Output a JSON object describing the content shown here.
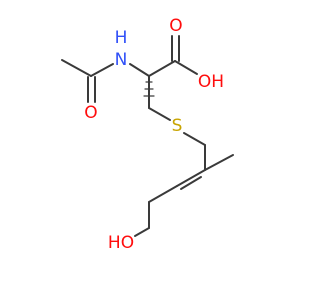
{
  "molecule": {
    "atoms": [
      {
        "id": "O_acetyl",
        "label": "O",
        "color": "#ff0d0d"
      },
      {
        "id": "N_amide",
        "label": "N",
        "color": "#3050f8"
      },
      {
        "id": "H_amide",
        "label": "H",
        "color": "#3050f8"
      },
      {
        "id": "O_carbonyl",
        "label": "O",
        "color": "#ff0d0d"
      },
      {
        "id": "OH_acid",
        "label": "OH",
        "color": "#ff0d0d"
      },
      {
        "id": "S_thioether",
        "label": "S",
        "color": "#c8a400"
      },
      {
        "id": "HO_terminal",
        "label": "HO",
        "color": "#ff0d0d"
      }
    ],
    "bond_color": "#3a3a3a"
  }
}
